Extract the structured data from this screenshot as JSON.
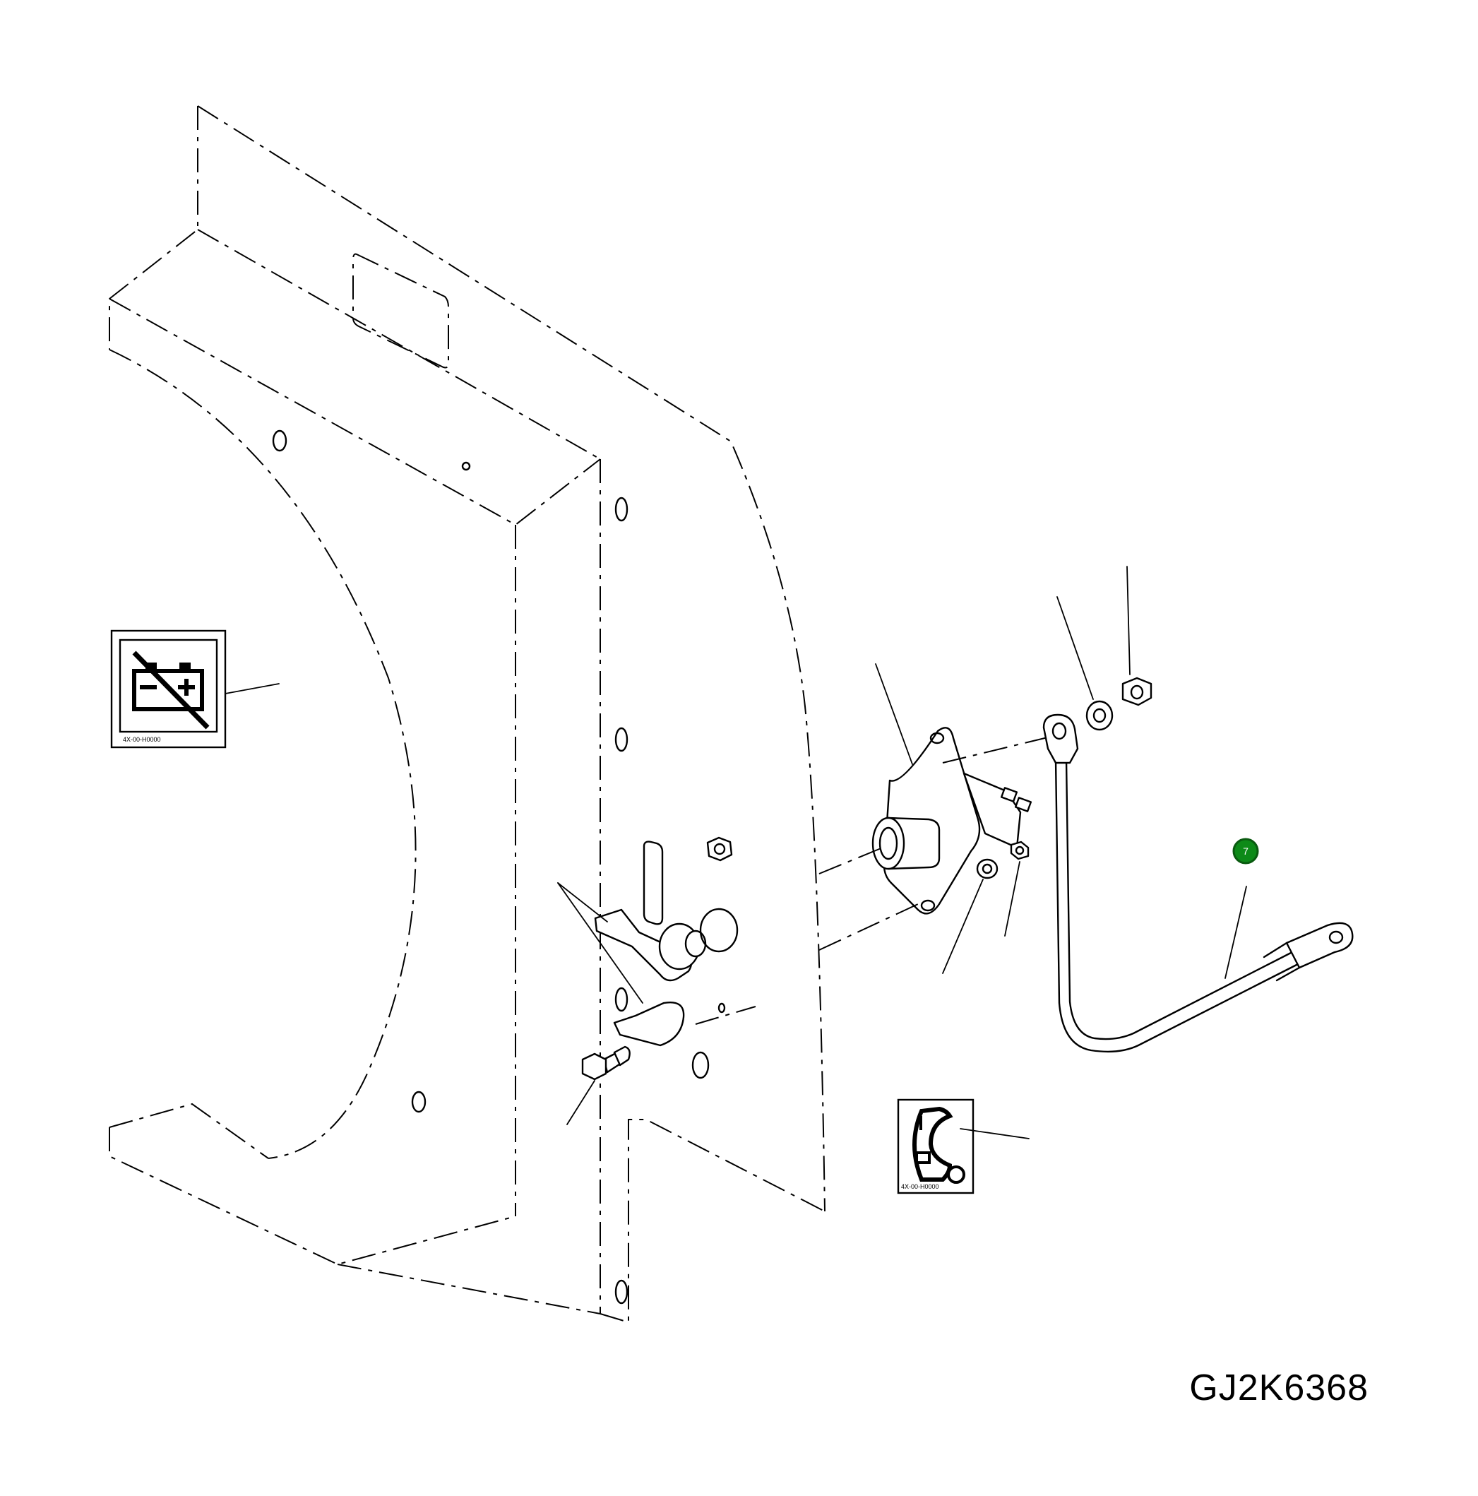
{
  "figure_id": "GJ2K6368",
  "callout_marker": {
    "label": "7",
    "color": "#0d8a18"
  },
  "decals": {
    "battery_decal_code": "4X-00-H0000",
    "switch_decal_code": "4X-00-H0000"
  },
  "icons": [
    "battery-warning-icon",
    "switch-position-icon"
  ]
}
